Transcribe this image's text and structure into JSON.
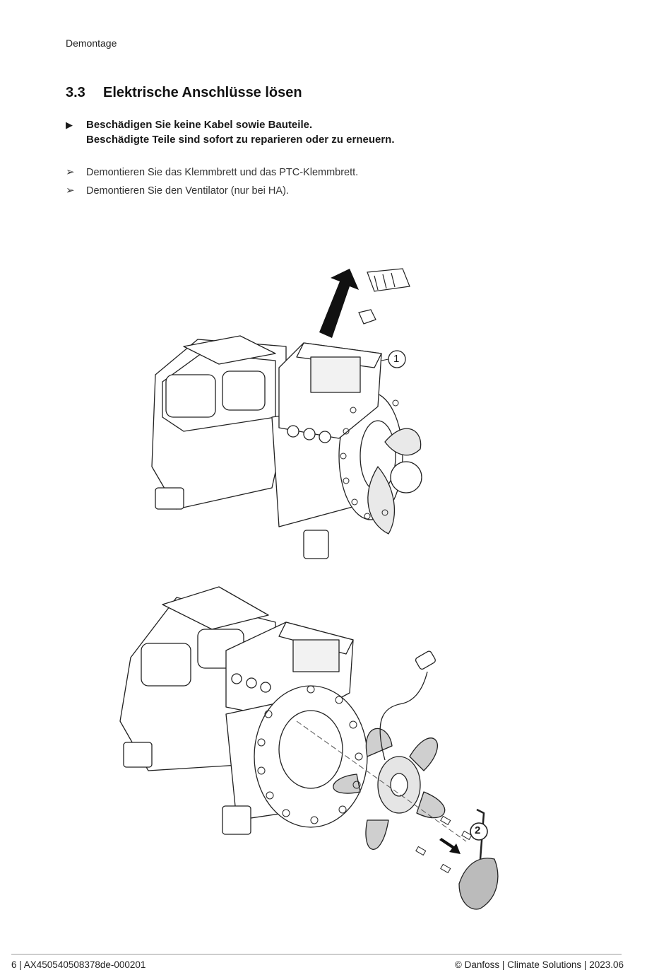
{
  "header": {
    "running_title": "Demontage"
  },
  "section": {
    "number": "3.3",
    "title": "Elektrische Anschlüsse lösen",
    "warning": {
      "line1": "Beschädigen Sie keine Kabel sowie Bauteile.",
      "line2": "Beschädigte Teile sind sofort zu reparieren oder zu erneuern."
    },
    "steps": [
      {
        "text": "Demontieren Sie das Klemmbrett und das PTC-Klemmbrett."
      },
      {
        "text": "Demontieren Sie den Ventilator (nur bei HA)."
      }
    ]
  },
  "figures": {
    "fig1_callout": "1",
    "fig2_callout": "2"
  },
  "footer": {
    "left": "6 | AX450540508378de-000201",
    "right": "© Danfoss | Climate Solutions | 2023.06"
  },
  "icons": {
    "warning_marker": "triangle-right-icon",
    "step_marker": "arrowhead-bullet-icon"
  }
}
